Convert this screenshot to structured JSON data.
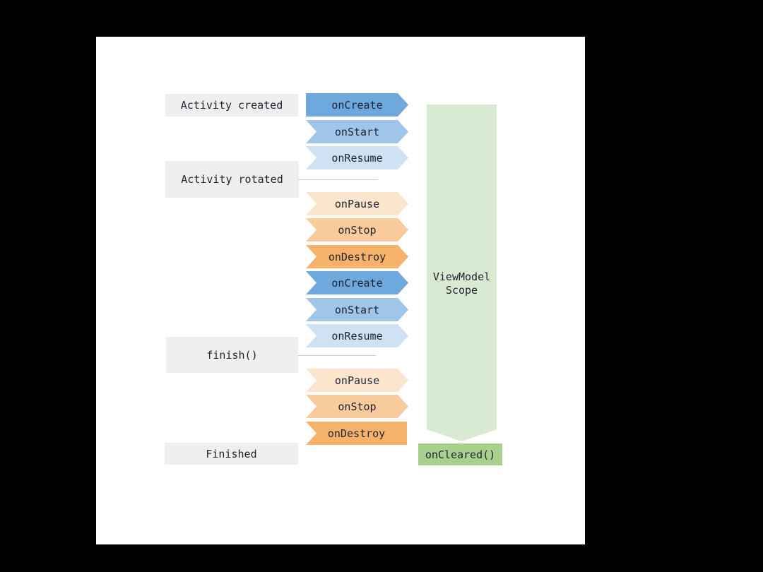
{
  "stages": [
    {
      "label": "Activity created"
    },
    {
      "label": "Activity rotated"
    },
    {
      "label": "finish()"
    },
    {
      "label": "Finished"
    }
  ],
  "events": [
    {
      "label": "onCreate",
      "color": "#6FA8DC"
    },
    {
      "label": "onStart",
      "color": "#9FC5E8"
    },
    {
      "label": "onResume",
      "color": "#CFE2F3"
    },
    {
      "label": "onPause",
      "color": "#FCE5CD"
    },
    {
      "label": "onStop",
      "color": "#F9CB9C"
    },
    {
      "label": "onDestroy",
      "color": "#F6B26B"
    },
    {
      "label": "onCreate",
      "color": "#6FA8DC"
    },
    {
      "label": "onStart",
      "color": "#9FC5E8"
    },
    {
      "label": "onResume",
      "color": "#CFE2F3"
    },
    {
      "label": "onPause",
      "color": "#FCE5CD"
    },
    {
      "label": "onStop",
      "color": "#F9CB9C"
    },
    {
      "label": "onDestroy",
      "color": "#F6B26B"
    }
  ],
  "viewmodel": {
    "scope_label": "ViewModel Scope",
    "cleared_label": "onCleared()",
    "scope_color": "#D9EAD3",
    "cleared_color": "#A9D18E"
  },
  "colors": {
    "background": "#000000",
    "panel": "#FFFFFF",
    "stage_background": "#EFEFEF",
    "connector": "#C9C9C9",
    "text": "#1F2430"
  }
}
